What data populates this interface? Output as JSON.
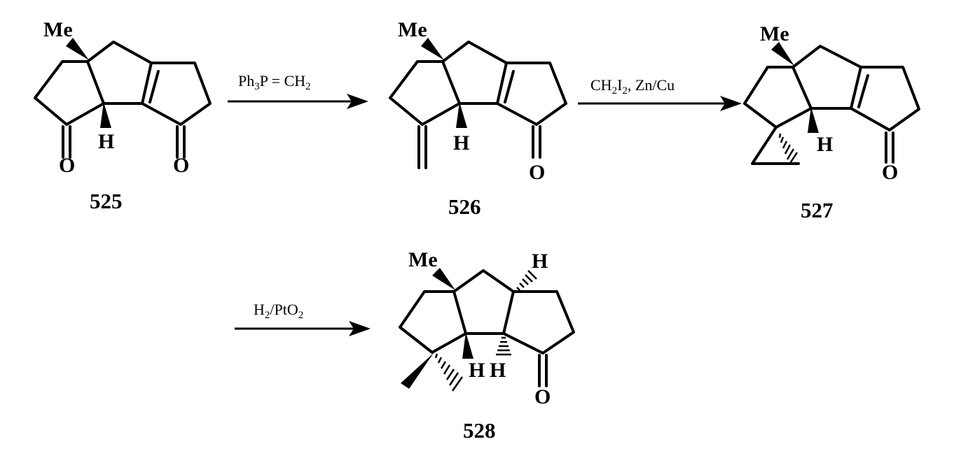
{
  "compounds": [
    {
      "id": "525",
      "atoms": {
        "methyl": "Me",
        "hydrogen": "H",
        "oxygen_left": "O",
        "oxygen_right": "O"
      }
    },
    {
      "id": "526",
      "atoms": {
        "methyl": "Me",
        "hydrogen": "H",
        "oxygen": "O"
      }
    },
    {
      "id": "527",
      "atoms": {
        "methyl": "Me",
        "hydrogen": "H",
        "oxygen": "O"
      }
    },
    {
      "id": "528",
      "atoms": {
        "methyl": "Me",
        "hydrogen_top": "H",
        "hydrogen_left": "H",
        "hydrogen_right": "H",
        "oxygen": "O"
      }
    }
  ],
  "reagents": {
    "step1": {
      "a": "Ph",
      "a_sub": "3",
      "b": "P = CH",
      "b_sub": "2"
    },
    "step2": {
      "a": "CH",
      "a_sub": "2",
      "b": "I",
      "b_sub": "2",
      "c": ", Zn/Cu"
    },
    "step3": {
      "a": "H",
      "a_sub": "2",
      "b": "/PtO",
      "b_sub": "2"
    }
  }
}
